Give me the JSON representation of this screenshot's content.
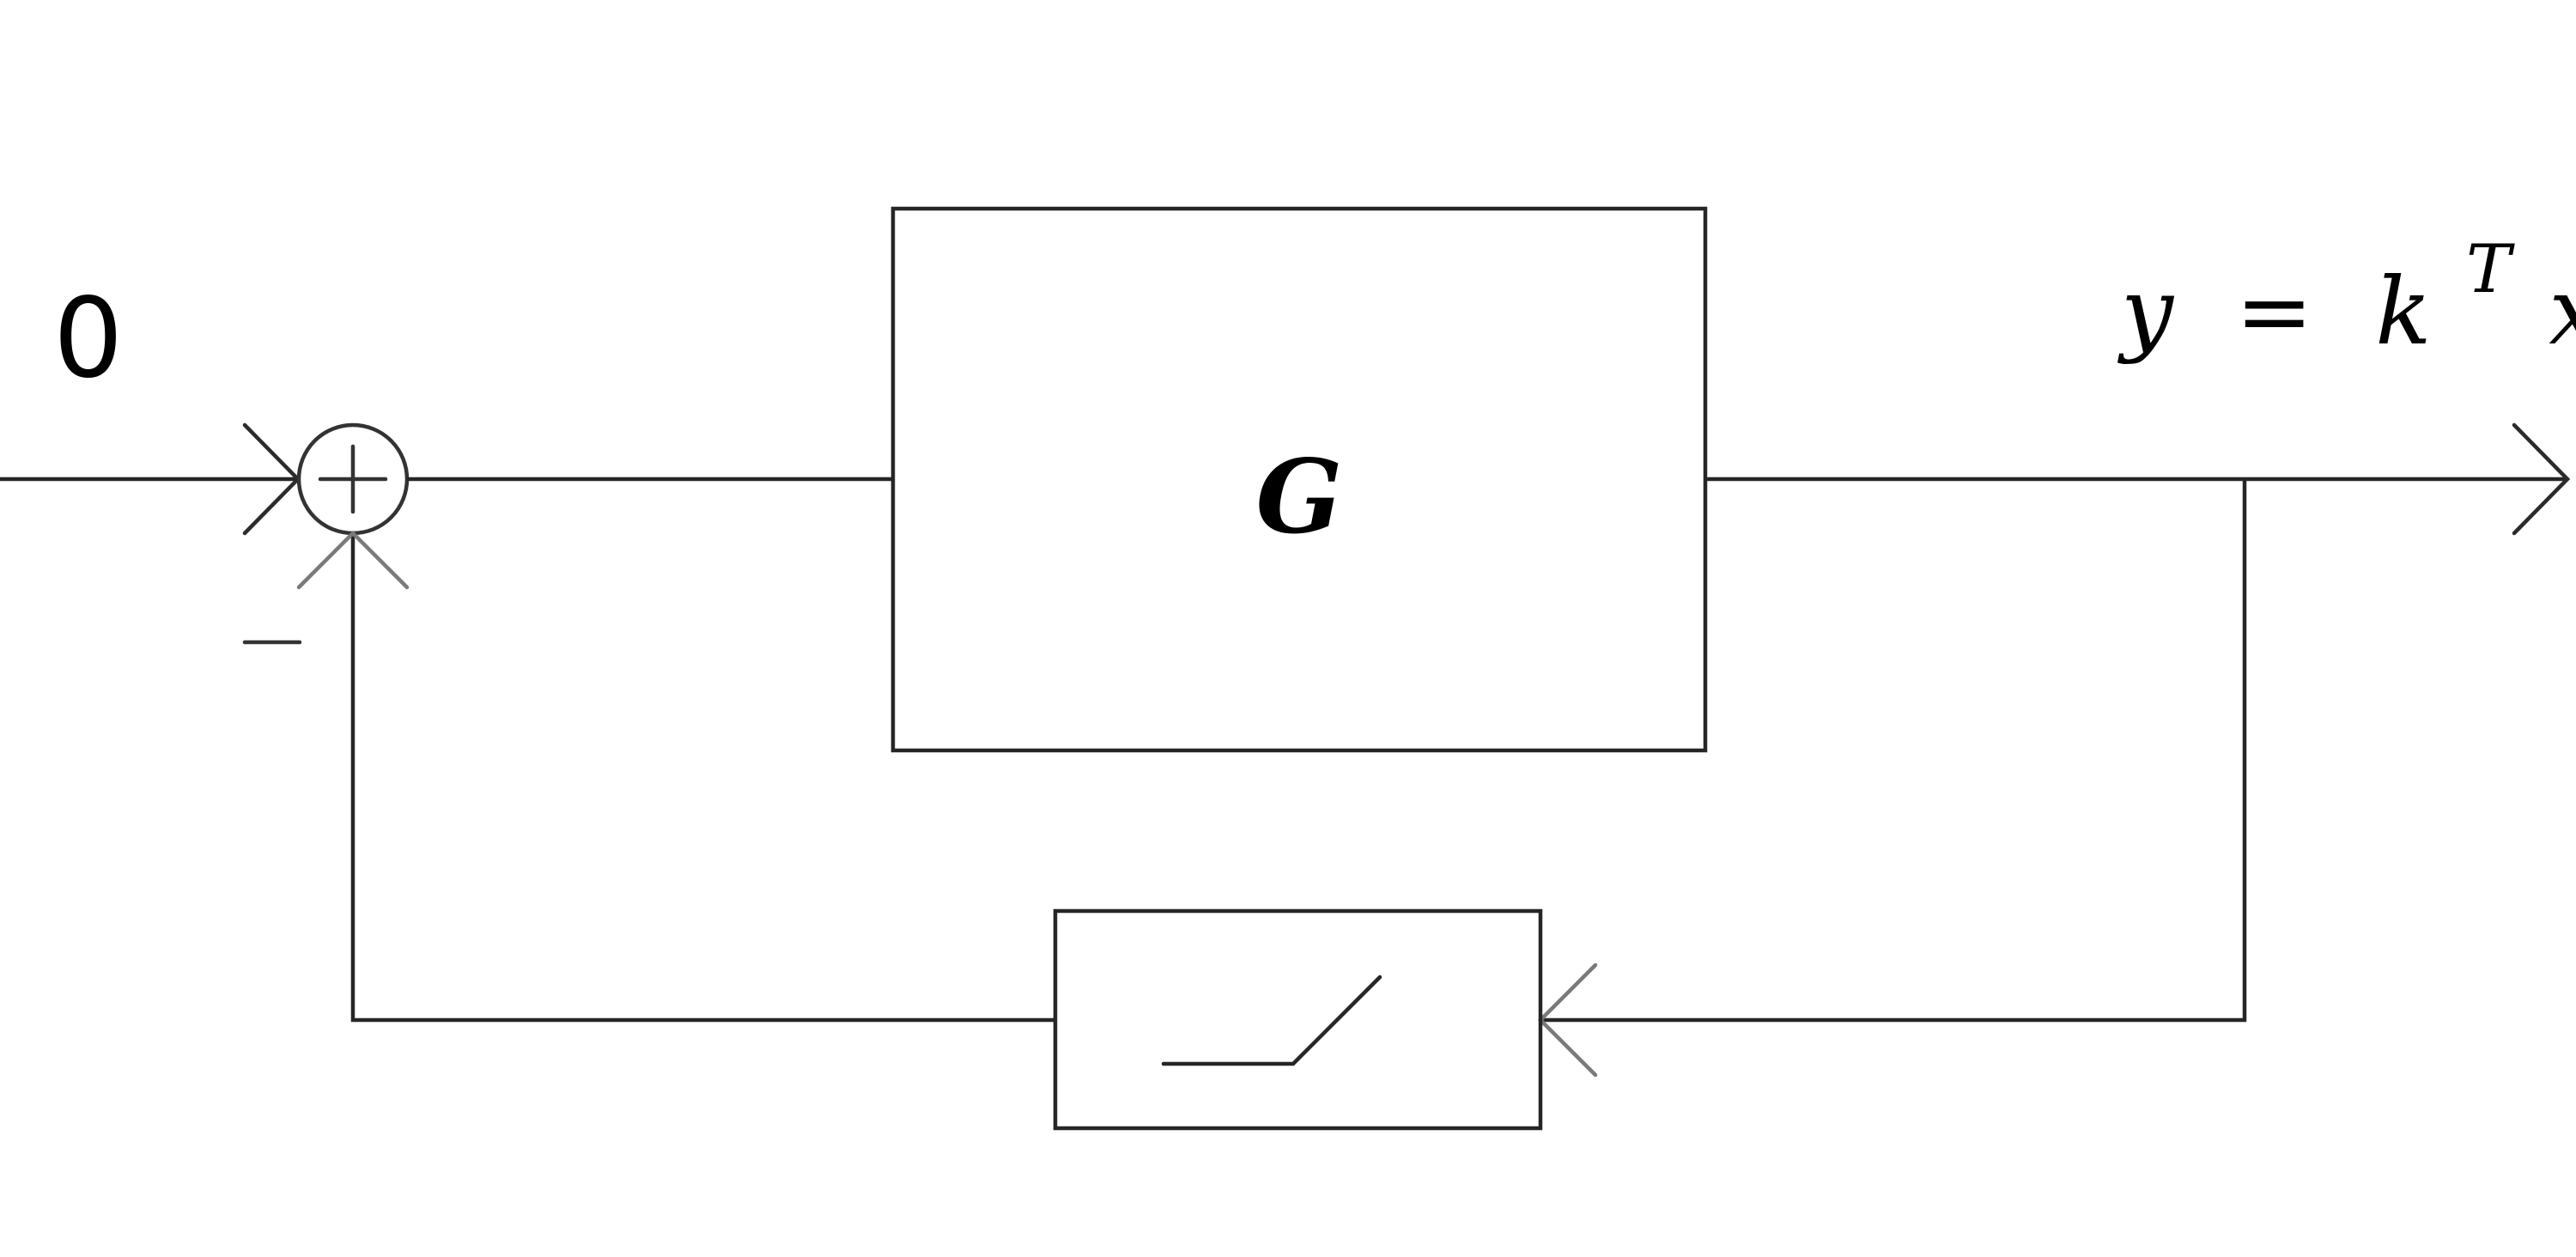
{
  "diagram": {
    "input_label": "0",
    "plant_label": "G",
    "output": {
      "y": "y",
      "equals": "=",
      "k": "k",
      "T": "T",
      "x": "x"
    },
    "colors": {
      "line": "#262626",
      "feedback_arrow": "#7a7a7a",
      "background": "#ffffff"
    },
    "icons": {
      "summing_junction": "circle-plus",
      "nonlinearity": "relu-ramp"
    }
  }
}
